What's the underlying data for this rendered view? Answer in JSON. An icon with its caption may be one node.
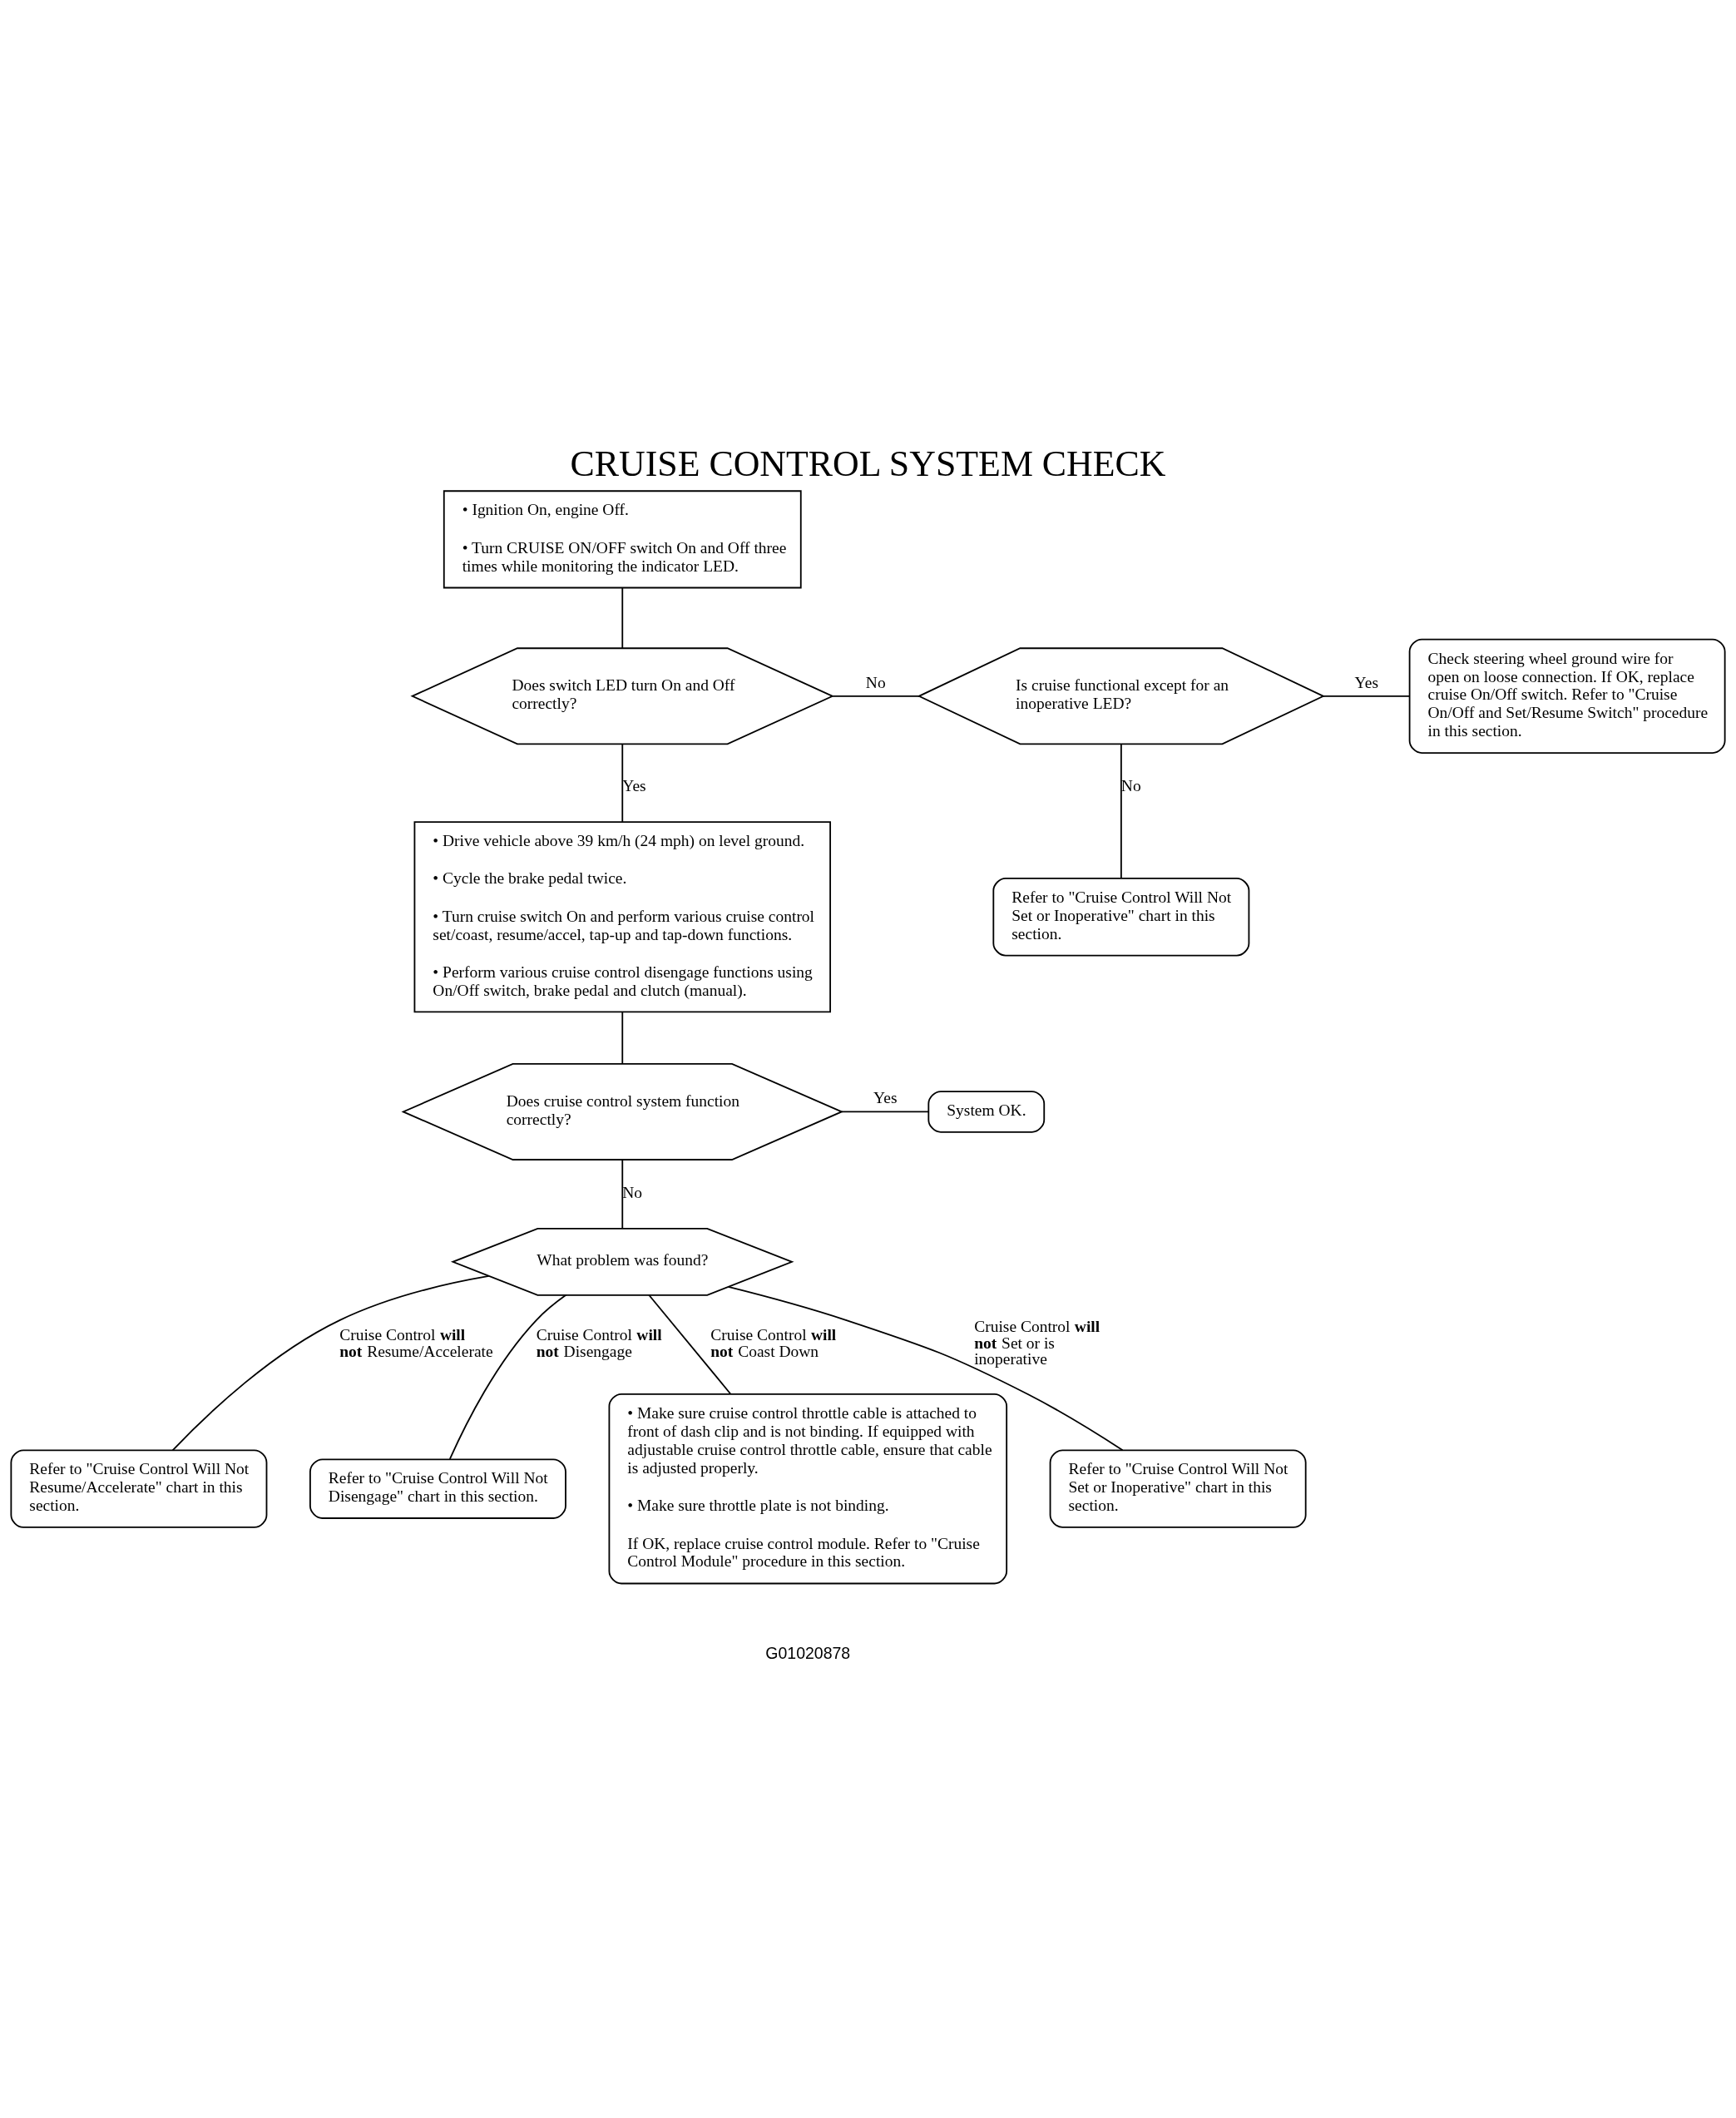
{
  "diagram": {
    "title": "CRUISE CONTROL SYSTEM CHECK",
    "nodes": [
      {
        "text": [
          "• Ignition On, engine Off.",
          "• Turn CRUISE ON/OFF switch On and Off three times while monitoring the indicator LED."
        ]
      },
      {
        "text": [
          "Does switch LED turn On and Off correctly?"
        ]
      },
      {
        "text": [
          "Is cruise functional except for an inoperative LED?"
        ]
      },
      {
        "text": [
          "Check steering wheel ground wire for open on loose connection. If OK, replace cruise On/Off switch. Refer to \"Cruise On/Off and Set/Resume Switch\" procedure in this section."
        ]
      },
      {
        "text": [
          "Refer to \"Cruise Control Will Not Set or Inoperative\" chart in this section."
        ]
      },
      {
        "text": [
          "• Drive vehicle above 39 km/h (24 mph) on level ground.",
          "• Cycle the brake pedal twice.",
          "• Turn cruise switch On and perform various cruise control set/coast, resume/accel, tap-up and tap-down functions.",
          "• Perform various cruise control disengage functions using On/Off switch, brake pedal and clutch (manual)."
        ]
      },
      {
        "text": [
          "Does cruise control system function correctly?"
        ]
      },
      {
        "text": [
          "System OK."
        ]
      },
      {
        "text": [
          "What problem was found?"
        ]
      },
      {
        "text": [
          "Refer to \"Cruise Control Will Not Resume/Accelerate\" chart in this section."
        ]
      },
      {
        "text": [
          "Refer to \"Cruise Control Will Not Disengage\" chart in this section."
        ]
      },
      {
        "text": [
          "• Make sure cruise control throttle cable is attached to front of dash clip and is not binding. If equipped with adjustable cruise control throttle cable, ensure that cable is adjusted properly.",
          "• Make sure throttle plate is not binding.",
          "If OK, replace cruise control module. Refer to \"Cruise Control Module\" procedure in this section."
        ]
      },
      {
        "text": [
          "Refer to \"Cruise Control Will Not Set or Inoperative\" chart in this section."
        ]
      }
    ],
    "edges": [
      {
        "from": 0,
        "to": 1,
        "arrow": "none"
      },
      {
        "from": 1,
        "to": 2,
        "arrow": "none",
        "label": "No"
      },
      {
        "from": 2,
        "to": 3,
        "arrow": "none",
        "label": "Yes"
      },
      {
        "from": 2,
        "to": 4,
        "arrow": "none",
        "label": "No"
      },
      {
        "from": 1,
        "to": 5,
        "arrow": "none",
        "label": "Yes"
      },
      {
        "from": 5,
        "to": 6,
        "arrow": "none"
      },
      {
        "from": 6,
        "to": 7,
        "arrow": "none",
        "label": "Yes"
      },
      {
        "from": 6,
        "to": 8,
        "arrow": "none",
        "label": "No"
      },
      {
        "from": 8,
        "to": 9,
        "arrow": "none",
        "label": "Cruise Control **will not** Resume/Accelerate"
      },
      {
        "from": 8,
        "to": 11,
        "arrow": "none",
        "label": "Cruise Control **will not** Coast Down"
      },
      {
        "from": 8,
        "to": 10,
        "arrow": "none",
        "label": "Cruise Control **will not** Disengage"
      },
      {
        "from": 8,
        "to": 12,
        "arrow": "none",
        "label": "Cruise Control **will not** Set or is inoperative"
      }
    ],
    "labels": [
      "G01020878"
    ]
  }
}
